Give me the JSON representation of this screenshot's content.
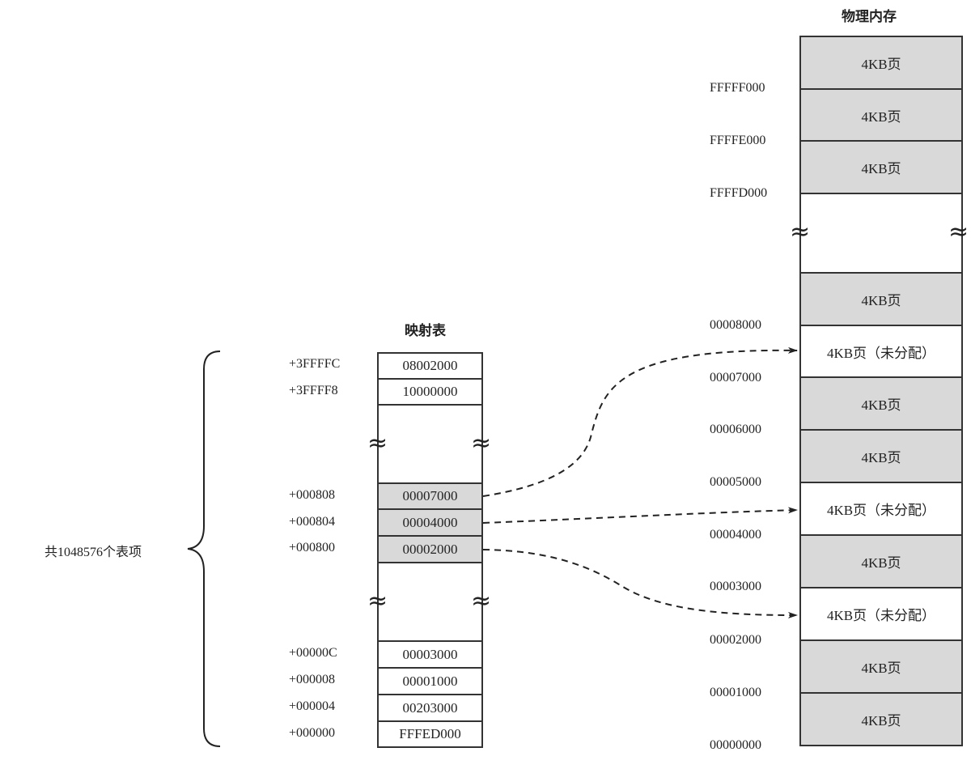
{
  "physical_memory": {
    "title": "物理内存",
    "top_pages": [
      {
        "label": "4KB页",
        "allocated": true
      },
      {
        "label": "4KB页",
        "allocated": true
      },
      {
        "label": "4KB页",
        "allocated": true
      }
    ],
    "top_addresses": [
      "FFFFF000",
      "FFFFE000",
      "FFFFD000"
    ],
    "bottom_pages": [
      {
        "label": "4KB页",
        "allocated": true
      },
      {
        "label": "4KB页（未分配）",
        "allocated": false
      },
      {
        "label": "4KB页",
        "allocated": true
      },
      {
        "label": "4KB页",
        "allocated": true
      },
      {
        "label": "4KB页（未分配）",
        "allocated": false
      },
      {
        "label": "4KB页",
        "allocated": true
      },
      {
        "label": "4KB页（未分配）",
        "allocated": false
      },
      {
        "label": "4KB页",
        "allocated": true
      },
      {
        "label": "4KB页",
        "allocated": true
      }
    ],
    "bottom_addresses": [
      "00008000",
      "00007000",
      "00006000",
      "00005000",
      "00004000",
      "00003000",
      "00002000",
      "00001000",
      "00000000"
    ]
  },
  "mapping_table": {
    "title": "映射表",
    "top_entries": [
      {
        "offset": "+3FFFFC",
        "value": "08002000"
      },
      {
        "offset": "+3FFFF8",
        "value": "10000000"
      }
    ],
    "middle_entries": [
      {
        "offset": "+000808",
        "value": "00007000"
      },
      {
        "offset": "+000804",
        "value": "00004000"
      },
      {
        "offset": "+000800",
        "value": "00002000"
      }
    ],
    "bottom_entries": [
      {
        "offset": "+00000C",
        "value": "00003000"
      },
      {
        "offset": "+000008",
        "value": "00001000"
      },
      {
        "offset": "+000004",
        "value": "00203000"
      },
      {
        "offset": "+000000",
        "value": "FFFED000"
      }
    ]
  },
  "brace_label": "共1048576个表项",
  "break_glyph": "≈",
  "colors": {
    "allocated": "#d9d9d9",
    "unallocated": "#ffffff",
    "line": "#333333"
  }
}
